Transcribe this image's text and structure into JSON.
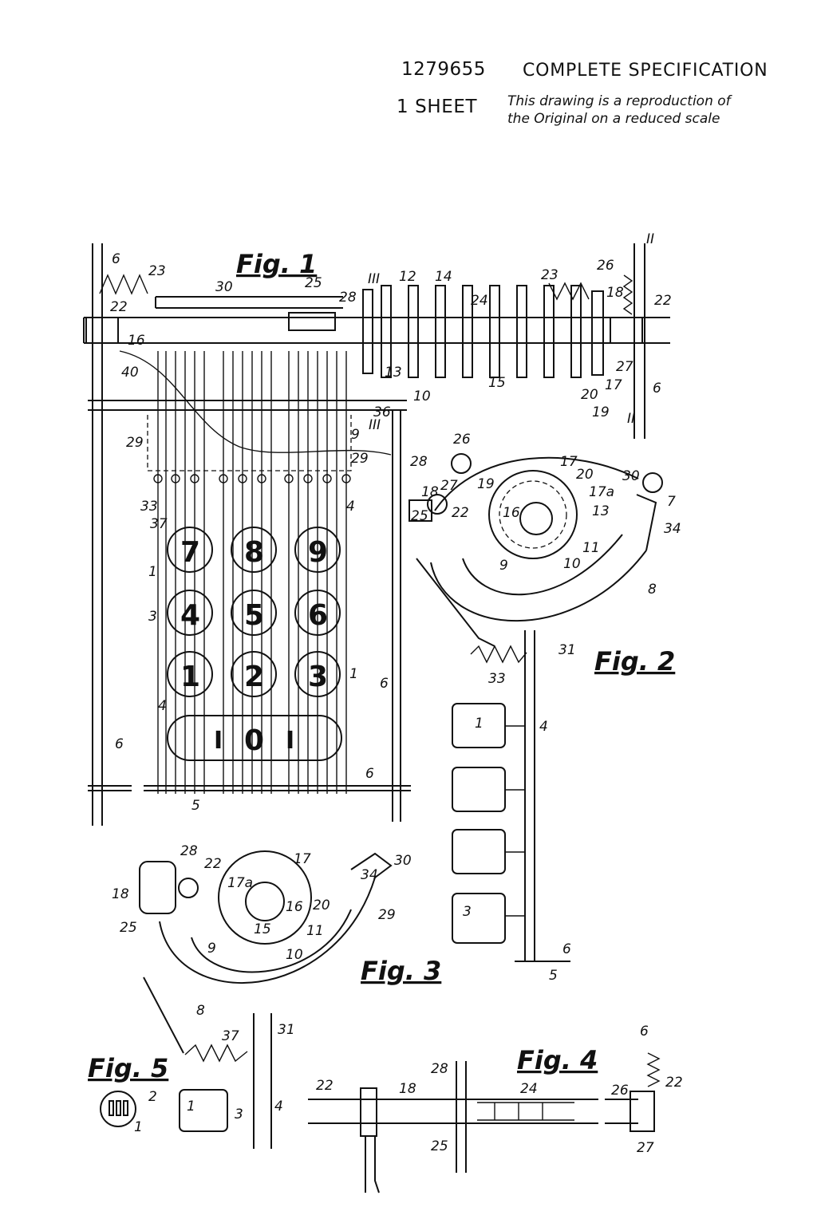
{
  "header": {
    "patent_number": "1279655",
    "specification": "COMPLETE SPECIFICATION",
    "sheets": "1 SHEET",
    "note_line1": "This drawing is a reproduction of",
    "note_line2": "the Original on a reduced scale"
  },
  "figures": {
    "fig1": {
      "title": "Fig. 1",
      "keys": [
        "7",
        "8",
        "9",
        "4",
        "5",
        "6",
        "1",
        "2",
        "3",
        "0"
      ],
      "zero_bar_marks": [
        "I",
        "0",
        "I"
      ],
      "section_marks": [
        "II",
        "III",
        "III",
        "II"
      ],
      "reference_numerals": [
        "6",
        "23",
        "30",
        "25",
        "28",
        "12",
        "14",
        "24",
        "23",
        "26",
        "18",
        "22",
        "22",
        "16",
        "40",
        "13",
        "15",
        "10",
        "36",
        "9",
        "29",
        "29",
        "33",
        "37",
        "4",
        "1",
        "3",
        "1",
        "4",
        "6",
        "6",
        "6",
        "5",
        "27",
        "20",
        "17",
        "19",
        "6"
      ]
    },
    "fig2": {
      "title": "Fig. 2",
      "reference_numerals": [
        "26",
        "28",
        "19",
        "17",
        "20",
        "17a",
        "30",
        "7",
        "18",
        "27",
        "22",
        "16",
        "13",
        "25",
        "34",
        "11",
        "9",
        "10",
        "8",
        "31",
        "33",
        "4",
        "1",
        "6",
        "5"
      ],
      "key_labels": [
        "1",
        "3"
      ]
    },
    "fig3": {
      "title": "Fig. 3",
      "reference_numerals": [
        "28",
        "22",
        "17",
        "30",
        "34",
        "18",
        "17a",
        "16",
        "20",
        "29",
        "25",
        "15",
        "11",
        "9",
        "10",
        "8",
        "37",
        "31",
        "4",
        "3"
      ],
      "key_label": "1"
    },
    "fig4": {
      "title": "Fig. 4",
      "reference_numerals": [
        "28",
        "6",
        "22",
        "18",
        "24",
        "26",
        "22",
        "25",
        "27"
      ]
    },
    "fig5": {
      "title": "Fig. 5",
      "reference_numerals": [
        "2",
        "1"
      ]
    }
  }
}
